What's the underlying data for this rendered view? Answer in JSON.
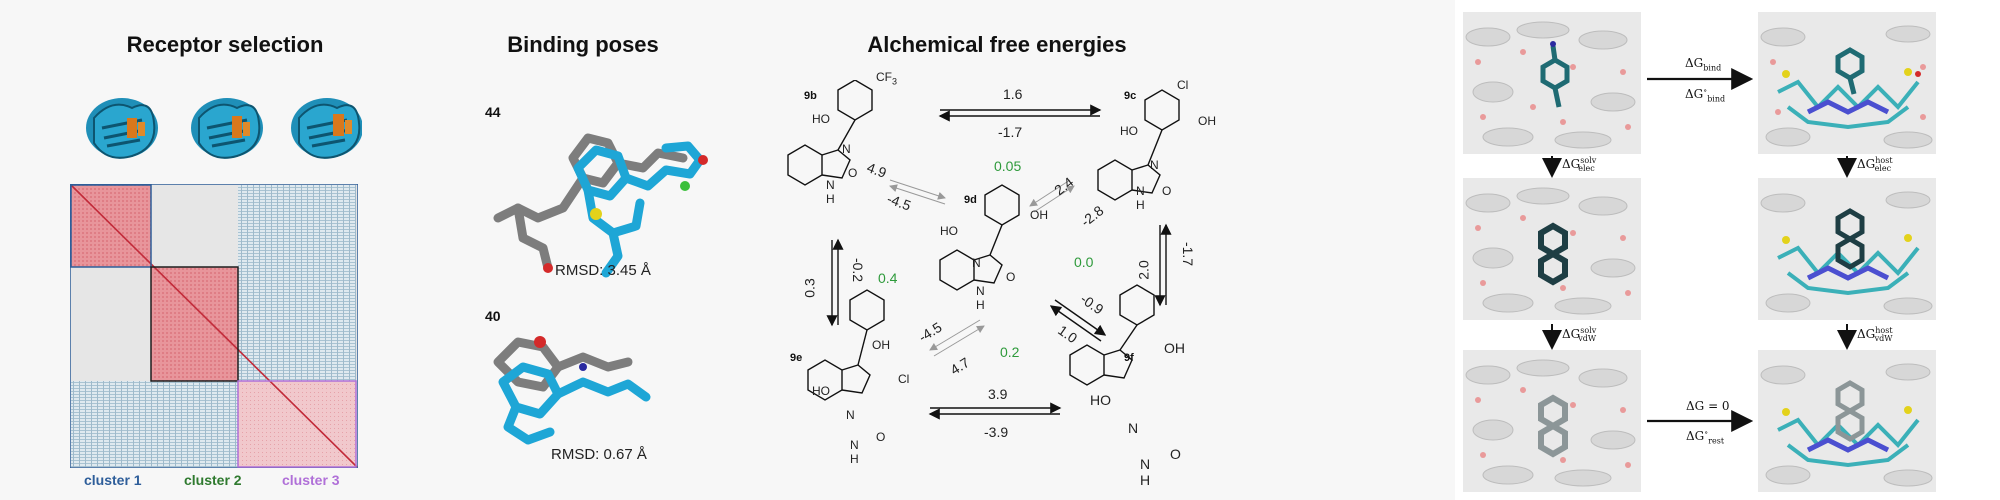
{
  "panels": {
    "receptor_selection": {
      "title": "Receptor selection",
      "clusters": [
        {
          "label": "cluster 1",
          "color": "#2e5e9a"
        },
        {
          "label": "cluster 2",
          "color": "#2f7a2f"
        },
        {
          "label": "cluster 3",
          "color": "#b070d8"
        }
      ]
    },
    "binding_poses": {
      "title": "Binding poses",
      "poses": [
        {
          "id": "44",
          "rmsd": "RMSD: 3.45 Å"
        },
        {
          "id": "40",
          "rmsd": "RMSD: 0.67 Å"
        }
      ]
    },
    "alchemical": {
      "title": "Alchemical free energies",
      "compounds": {
        "9b": {
          "label": "9b",
          "subs": [
            "CF",
            "3",
            "HO",
            "N",
            "O",
            "N",
            "H"
          ]
        },
        "9c": {
          "label": "9c",
          "subs": [
            "Cl",
            "HO",
            "OH",
            "N",
            "O",
            "N",
            "H"
          ]
        },
        "9d": {
          "label": "9d",
          "subs": [
            "HO",
            "OH",
            "N",
            "O",
            "N",
            "H"
          ]
        },
        "9e": {
          "label": "9e",
          "subs": [
            "OH",
            "HO",
            "Cl",
            "N",
            "O",
            "N",
            "H"
          ]
        },
        "9f": {
          "label": "9f",
          "subs": [
            "OH",
            "HO",
            "N",
            "O",
            "N",
            "H"
          ]
        }
      },
      "edges": {
        "b_c_fwd": "1.6",
        "b_c_rev": "-1.7",
        "b_d_fwd": "4.9",
        "b_d_rev": "-4.5",
        "c_d_fwd": "2.4",
        "c_d_rev": "-2.8",
        "b_e_fwd": "0.3",
        "b_e_rev": "-0.2",
        "c_f_fwd": "2.0",
        "c_f_rev": "-1.7",
        "d_e_fwd": "-4.5",
        "d_e_rev": "4.7",
        "d_f_fwd": "-0.9",
        "d_f_rev": "1.0",
        "e_f_fwd": "3.9",
        "e_f_rev": "-3.9"
      },
      "hysteresis": {
        "b_c_d": "0.05",
        "b_d_e": "0.4",
        "c_d_f": "0.0",
        "d_e_f": "0.2"
      },
      "hysteresis_color": "#2e9a3b"
    },
    "thermo_cycle": {
      "top_arrow": {
        "main": "ΔG",
        "main_sub": "bind",
        "second": "ΔG",
        "second_sup": "∘",
        "second_sub": "bind"
      },
      "bottom_arrow": {
        "main": "ΔG = 0",
        "second": "ΔG",
        "second_sup": "∘",
        "second_sub": "rest"
      },
      "left_top": {
        "main": "ΔG",
        "sup": "solv",
        "sub": "elec"
      },
      "right_top": {
        "main": "ΔG",
        "sup": "host",
        "sub": "elec"
      },
      "left_bottom": {
        "main": "ΔG",
        "sup": "solv",
        "sub": "vdW"
      },
      "right_bottom": {
        "main": "ΔG",
        "sup": "host",
        "sub": "vdW"
      }
    }
  }
}
